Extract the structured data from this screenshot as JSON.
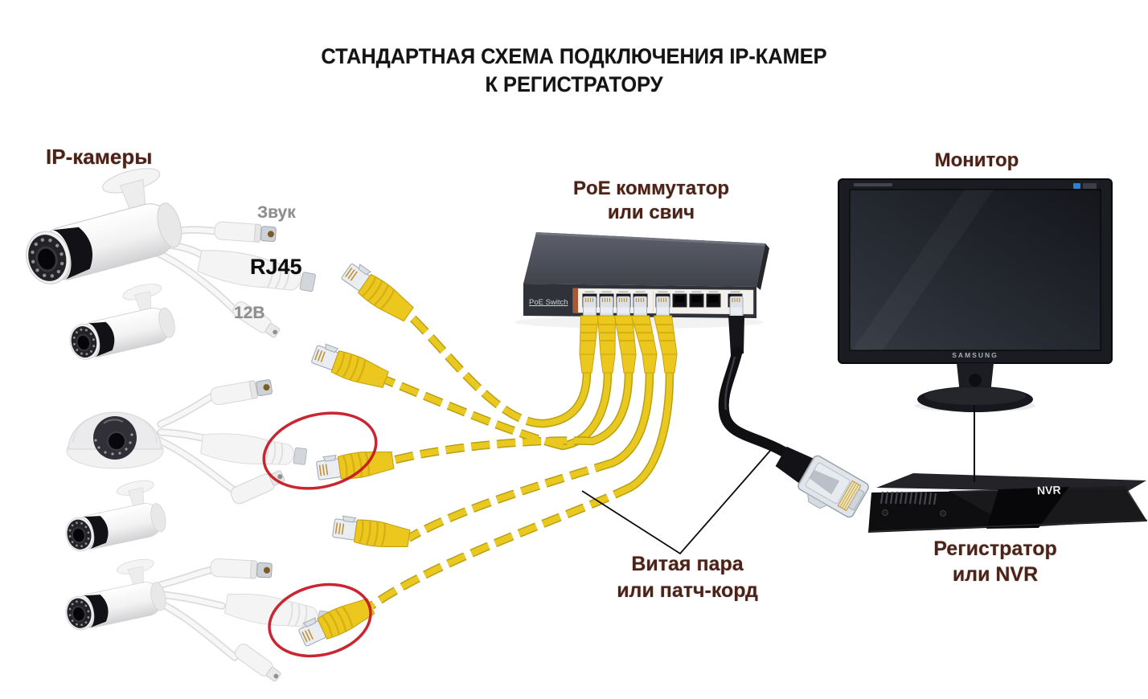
{
  "title": {
    "line1": "СТАНДАРТНАЯ СХЕМА ПОДКЛЮЧЕНИЯ IP-КАМЕР",
    "line2": "К РЕГИСТРАТОРУ"
  },
  "labels": {
    "ip_cameras": "IP-камеры",
    "audio": "Звук",
    "rj45": "RJ45",
    "power_12v": "12В",
    "poe_switch_line1": "PoE коммутатор",
    "poe_switch_line2": "или свич",
    "monitor": "Монитор",
    "twisted_pair_line1": "Витая пара",
    "twisted_pair_line2": "или патч-корд",
    "recorder_line1": "Регистратор",
    "recorder_line2": "или NVR"
  },
  "devices": {
    "switch_front_text": "PoE Switch",
    "monitor_brand": "SAMSUNG",
    "nvr_front_text": "NVR"
  },
  "structure": {
    "camera_count": 5,
    "camera_types": [
      "bullet",
      "bullet",
      "dome",
      "bullet",
      "bullet"
    ],
    "switch_port_count": 9,
    "yellow_patch_cords": 5,
    "highlighted_connectors": 2
  },
  "colors": {
    "background": "#ffffff",
    "title_text": "#141414",
    "label_text": "#4b2217",
    "muted_text": "#8e8e8e",
    "rj45_text": "#0c0c0c",
    "cable_yellow": "#e9c81f",
    "cable_yellow_dark": "#b99f14",
    "highlight_red": "#c41420",
    "switch_body": "#3c3f48",
    "switch_panel": "#f2f1ee",
    "accent_orange": "#b5542c",
    "device_black": "#101013",
    "white_plastic": "#f4f4f4"
  }
}
